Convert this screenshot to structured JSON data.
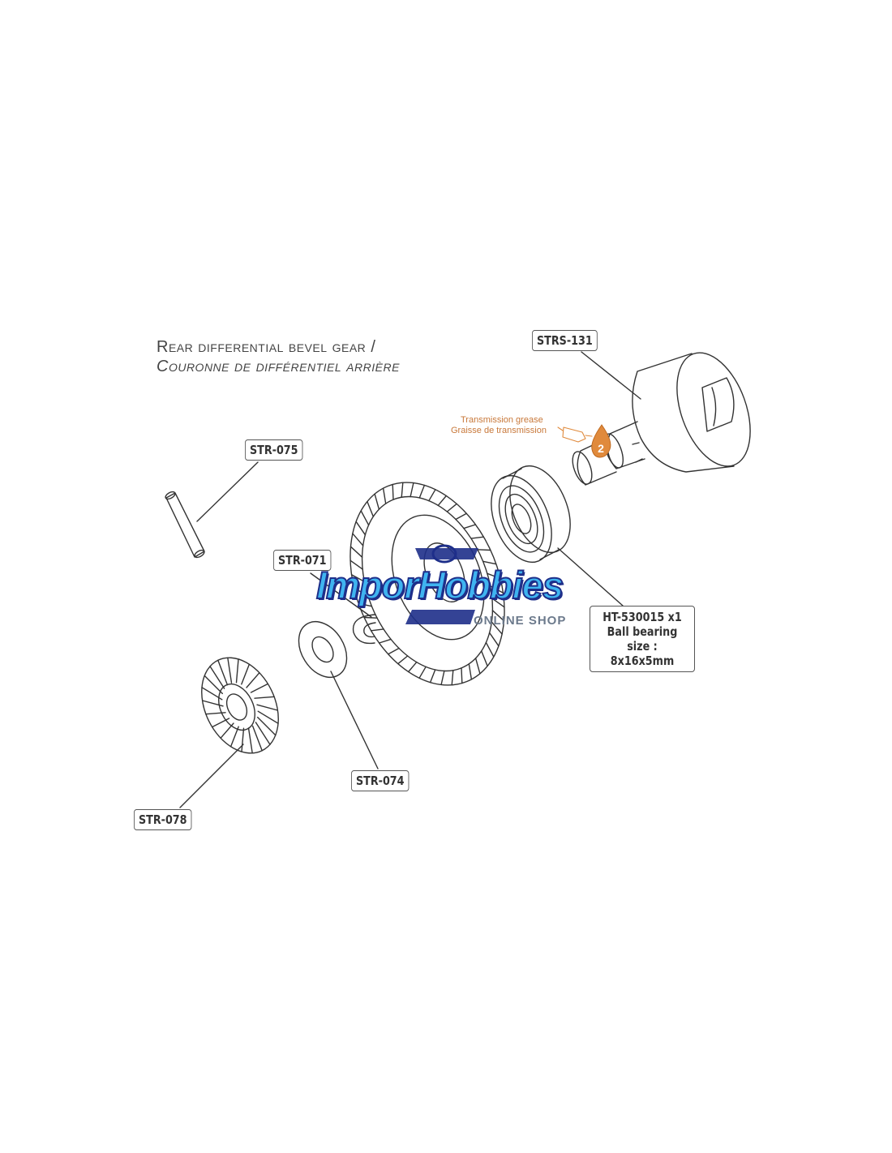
{
  "title": {
    "line1": "Rear differential bevel gear /",
    "line2": "Couronne de différentiel arrière"
  },
  "labels": {
    "strs_131": "STRS-131",
    "str_075": "STR-075",
    "str_071": "STR-071",
    "str_074": "STR-074",
    "str_078": "STR-078"
  },
  "bearing": {
    "line1": "HT-530015  x1",
    "line2": "Ball bearing size :",
    "line3": "8x16x5mm"
  },
  "grease": {
    "line1": "Transmission grease",
    "line2": "Graisse de transmission",
    "drop_number": "2"
  },
  "watermark": {
    "name": "ImporHobbies",
    "sub": "ONLINE SHOP"
  },
  "colors": {
    "line": "#333333",
    "label_border": "#555555",
    "grease_orange": "#e08a3c",
    "watermark_blue": "#3fb4f0",
    "watermark_navy": "#1e2f8a"
  },
  "icons": {
    "grease_tube": "grease-tube-icon",
    "grease_drop": "grease-drop-icon"
  }
}
